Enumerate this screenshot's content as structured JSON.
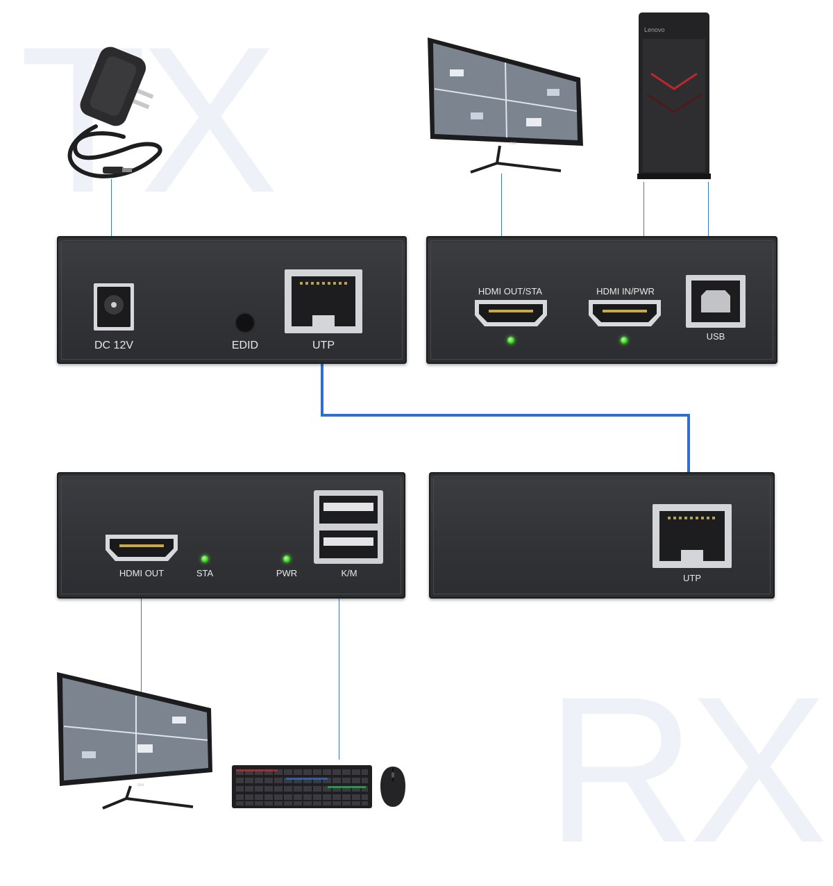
{
  "watermarks": {
    "tx": "TX",
    "rx": "RX"
  },
  "tx_front_panel": {
    "dc_label": "DC 12V",
    "edid_label": "EDID",
    "utp_label": "UTP"
  },
  "tx_rear_panel": {
    "hdmi_out_label": "HDMI OUT/STA",
    "hdmi_in_label": "HDMI IN/PWR",
    "usb_label": "USB"
  },
  "rx_front_panel": {
    "hdmi_out_label": "HDMI OUT",
    "sta_label": "STA",
    "pwr_label": "PWR",
    "km_label": "K/M"
  },
  "rx_rear_panel": {
    "utp_label": "UTP"
  },
  "devices": {
    "pc_brand": "Lenovo",
    "monitor_brand": "msi"
  },
  "colors": {
    "cable": "#2f6fd0",
    "led": "#3fd22a",
    "panel": "#333437",
    "watermark": "#eef2f8"
  }
}
